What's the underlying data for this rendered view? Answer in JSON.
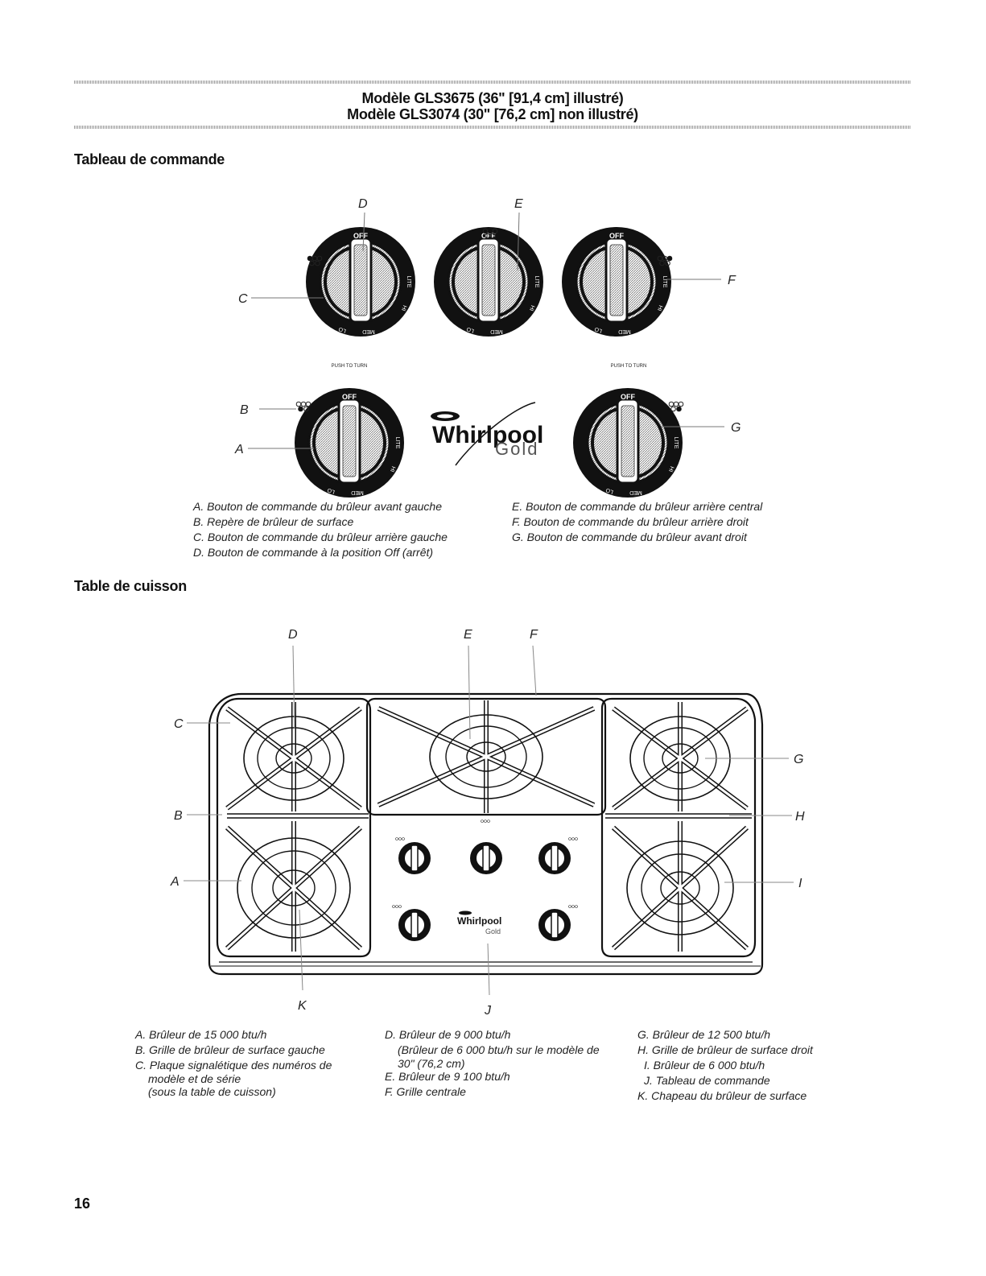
{
  "header": {
    "line1": "Modèle GLS3675 (36\" [91,4 cm] illustré)",
    "line2": "Modèle GLS3074 (30\" [76,2 cm] non illustré)"
  },
  "control_panel": {
    "title": "Tableau de commande",
    "callouts": {
      "A": "A",
      "B": "B",
      "C": "C",
      "D": "D",
      "E": "E",
      "F": "F",
      "G": "G"
    },
    "knob_labels": {
      "off": "OFF",
      "lite": "LITE",
      "hi": "HI",
      "med": "MED",
      "lo": "LO"
    },
    "push_to_turn": "PUSH TO TURN",
    "logo_text": "Whirlpool",
    "logo_sub": "Gold",
    "legend_left": [
      "A. Bouton de commande du brûleur avant gauche",
      "B. Repère de brûleur de surface",
      "C. Bouton de commande du brûleur arrière gauche",
      "D. Bouton de commande à la position Off (arrêt)"
    ],
    "legend_right": [
      "E. Bouton de commande du brûleur arrière central",
      "F. Bouton de commande du brûleur arrière droit",
      "G. Bouton de commande du brûleur avant droit"
    ]
  },
  "cooktop": {
    "title": "Table de cuisson",
    "callouts": {
      "A": "A",
      "B": "B",
      "C": "C",
      "D": "D",
      "E": "E",
      "F": "F",
      "G": "G",
      "H": "H",
      "I": "I",
      "J": "J",
      "K": "K"
    },
    "legend_col1": {
      "A": "A. Brûleur de 15 000 btu/h",
      "B": "B. Grille de brûleur de surface gauche",
      "C1": "C. Plaque signalétique des numéros de",
      "C2": "modèle et de série",
      "C3": "(sous la table de cuisson)"
    },
    "legend_col2": {
      "D": "D. Brûleur de 9 000 btu/h",
      "D1": "(Brûleur de 6 000 btu/h sur le modèle de",
      "D2": "30\" (76,2 cm)",
      "E": "E. Brûleur de 9 100 btu/h",
      "F": "F. Grille centrale"
    },
    "legend_col3": {
      "G": "G. Brûleur de 12 500 btu/h",
      "H": "H. Grille de brûleur de surface droit",
      "I": "I. Brûleur de 6 000 btu/h",
      "J": "J. Tableau de commande",
      "K": "K. Chapeau du brûleur de surface"
    }
  },
  "page_number": "16"
}
